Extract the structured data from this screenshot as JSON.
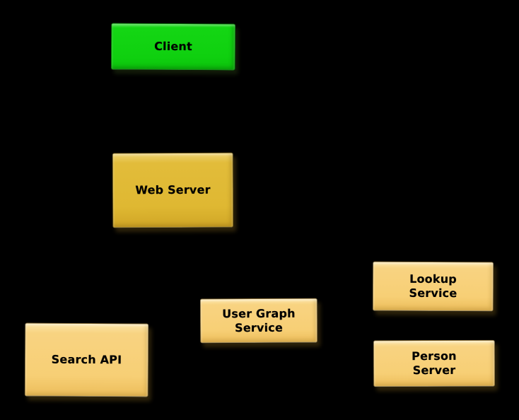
{
  "window": {
    "background": "#000000"
  },
  "diagram": {
    "type": "architecture-box-diagram",
    "style": "hand-drawn-scruffy",
    "nodes": {
      "client": {
        "label": "Client",
        "fill": "#12d412",
        "text_color": "#000000"
      },
      "web_server": {
        "label": "Web Server",
        "fill": "#dfb832",
        "text_color": "#000000"
      },
      "search_api": {
        "label": "Search API",
        "fill": "#f7cf75",
        "text_color": "#000000"
      },
      "user_graph_service": {
        "label": "User Graph\nService",
        "fill": "#f7cf75",
        "text_color": "#000000"
      },
      "lookup_service": {
        "label": "Lookup\nService",
        "fill": "#f7cf75",
        "text_color": "#000000"
      },
      "person_server": {
        "label": "Person\nServer",
        "fill": "#f7cf75",
        "text_color": "#000000"
      }
    }
  }
}
